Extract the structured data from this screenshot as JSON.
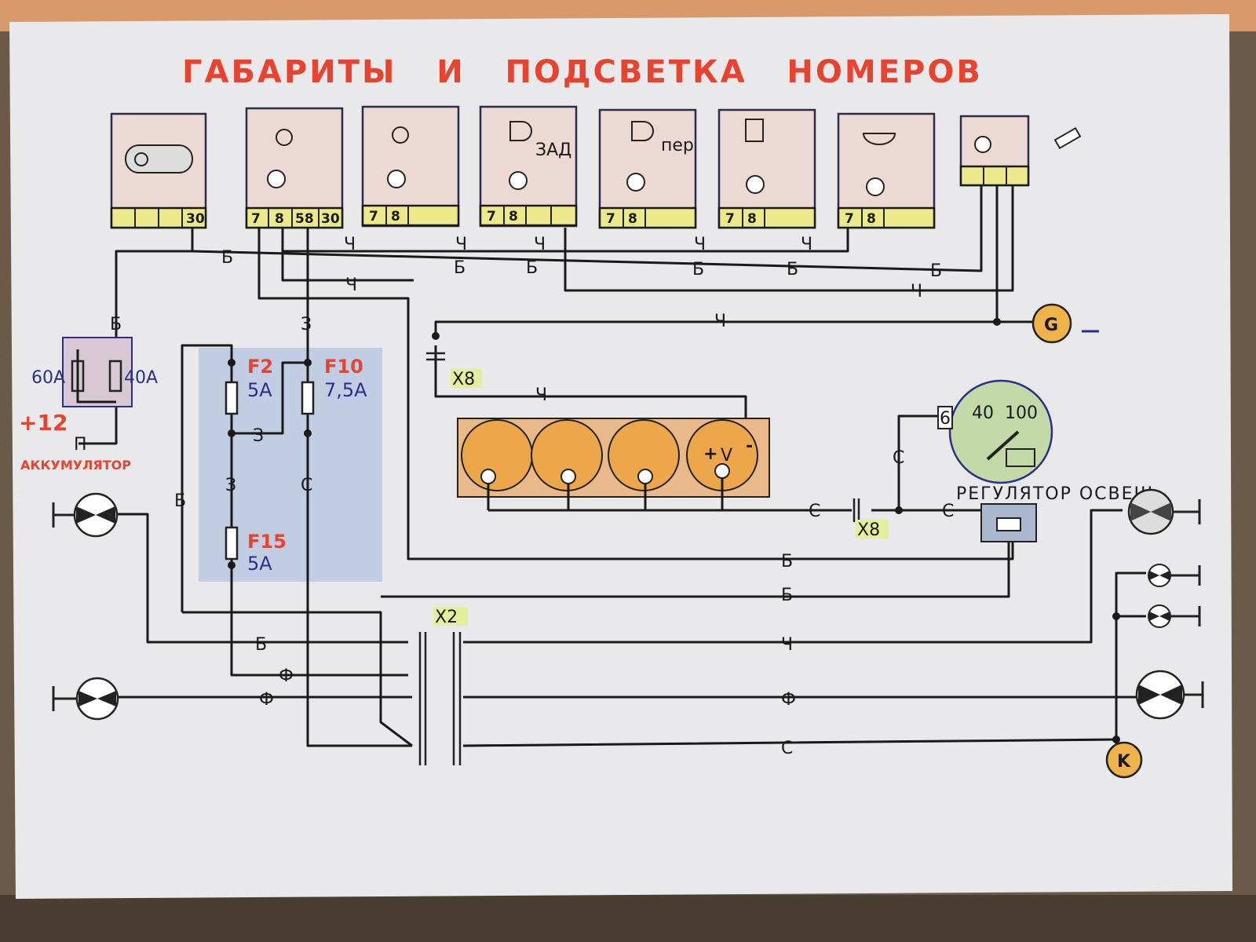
{
  "title": "ГАБАРИТЫ   И   ПОДСВЕТКА   НОМЕРОВ",
  "modules": [
    {
      "pins": [
        "",
        "",
        "",
        "30"
      ]
    },
    {
      "pins": [
        "7",
        "8",
        "58",
        "30"
      ]
    },
    {
      "pins": [
        "7",
        "8",
        ""
      ]
    },
    {
      "pins": [
        "7",
        "8",
        "",
        ""
      ],
      "note": "ЗАД"
    },
    {
      "pins": [
        "7",
        "8",
        ""
      ],
      "note": "пер"
    },
    {
      "pins": [
        "7",
        "8",
        ""
      ]
    },
    {
      "pins": [
        "7",
        "8",
        ""
      ]
    },
    {
      "pins": [
        "",
        "",
        ""
      ]
    }
  ],
  "wires": {
    "b": "Б",
    "ch": "Ч",
    "z": "З",
    "s": "С",
    "f": "Ф",
    "p": "П"
  },
  "connectors": {
    "x8": "X8",
    "x2": "X2"
  },
  "fuses": {
    "main": {
      "left": "60A",
      "right": "40A"
    },
    "f2": {
      "name": "F2",
      "rating": "5A"
    },
    "f10": {
      "name": "F10",
      "rating": "7,5A"
    },
    "f15": {
      "name": "F15",
      "rating": "5A"
    }
  },
  "battery": {
    "voltage": "+12",
    "label": "АККУМУЛЯТОР"
  },
  "generator": "G",
  "k_node": "K",
  "speedometer": {
    "tick_40": "40",
    "tick_100": "100",
    "pin": "6"
  },
  "regulator_label": "РЕГУЛЯТОР ОСВЕЩ.",
  "voltmeter": {
    "plus": "+",
    "v": "V",
    "minus": "-"
  },
  "colors": {
    "title": "#e8432e",
    "paper": "#e9e9ec",
    "fuse_block": "#b9c8e0",
    "pin_row": "#ece98a",
    "gauge_panel": "#eab98a",
    "node": "#f0b24a"
  }
}
